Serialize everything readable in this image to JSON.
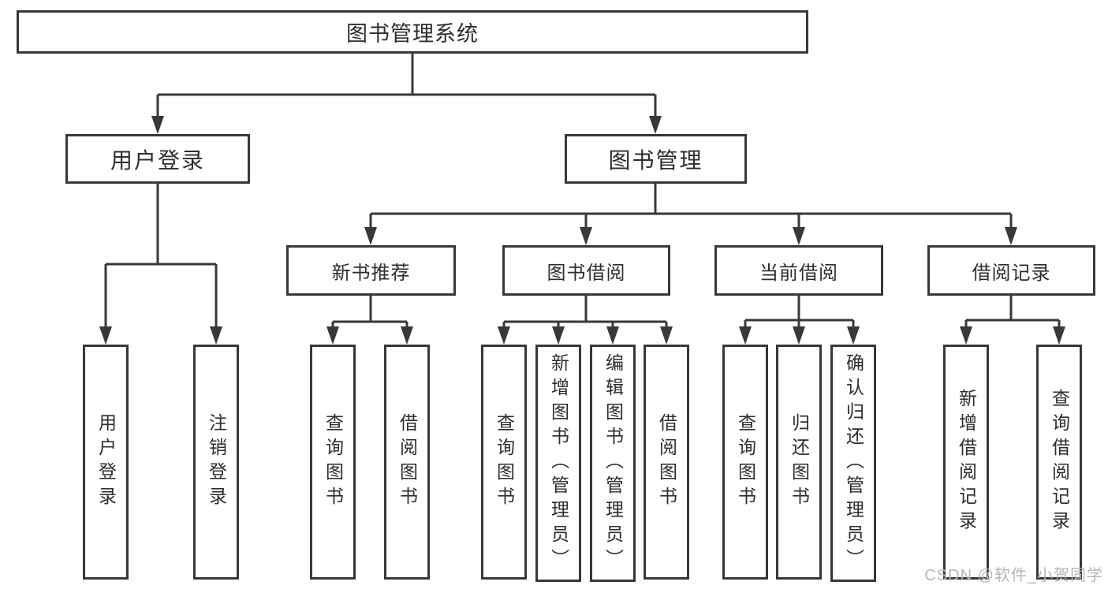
{
  "diagram": {
    "root": {
      "label": "图书管理系统"
    },
    "branches": [
      {
        "label": "用户登录",
        "leaves": [
          "用户登录",
          "注销登录"
        ]
      },
      {
        "label": "图书管理",
        "sections": [
          {
            "label": "新书推荐",
            "leaves": [
              "查询图书",
              "借阅图书"
            ]
          },
          {
            "label": "图书借阅",
            "leaves": [
              "查询图书",
              "新增图书（管理员）",
              "编辑图书（管理员）",
              "借阅图书"
            ]
          },
          {
            "label": "当前借阅",
            "leaves": [
              "查询图书",
              "归还图书",
              "确认归还（管理员）"
            ]
          },
          {
            "label": "借阅记录",
            "leaves": [
              "新增借阅记录",
              "查询借阅记录"
            ]
          }
        ]
      }
    ],
    "colors": {
      "line": "#383838",
      "text": "#2d2d2d",
      "box_background": "#ffffff",
      "watermark": "#b7b7b7"
    }
  },
  "watermark": {
    "text": "CSDN @软件_小贺同学"
  }
}
